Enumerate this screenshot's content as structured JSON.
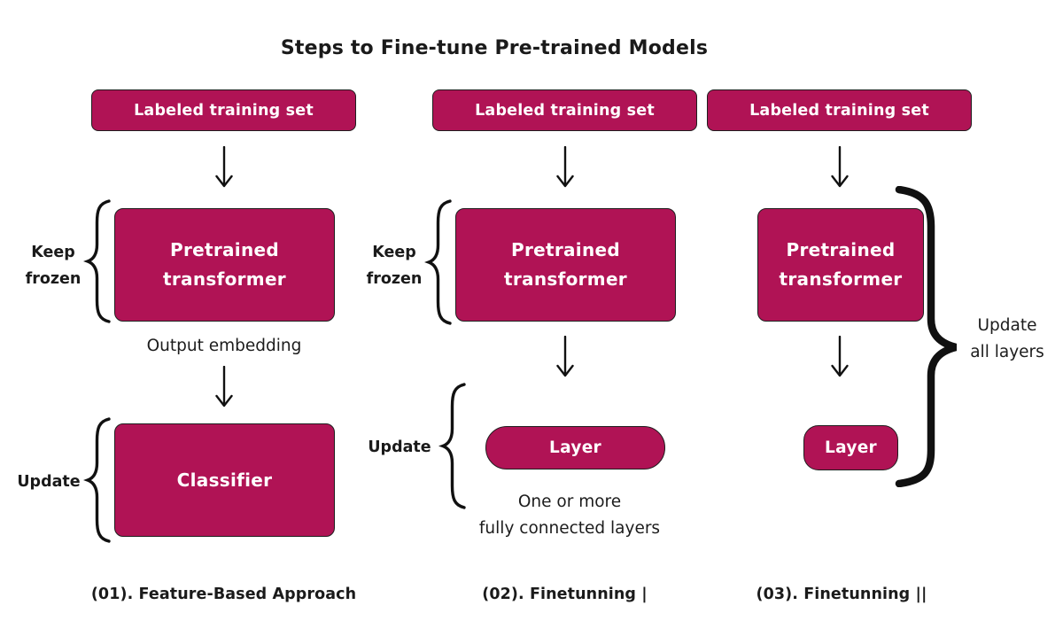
{
  "title": "Steps to Fine-tune Pre-trained Models",
  "colors": {
    "box_fill": "#B01355",
    "box_border": "#1E1E1E",
    "box_text": "#FFFFFF",
    "text_color": "#1A1A1A",
    "line_color": "#111111"
  },
  "columns": [
    {
      "caption": "(01). Feature-Based Approach",
      "top_box_label": "Labeled training set",
      "frozen_label": "Keep\nfrozen",
      "main_box_label": "Pretrained\ntransformer",
      "output_label": "Output embedding",
      "update_label": "Update",
      "bottom_box_label": "Classifier"
    },
    {
      "caption": "(02). Finetunning |",
      "top_box_label": "Labeled training set",
      "frozen_label": "Keep\nfrozen",
      "main_box_label": "Pretrained\ntransformer",
      "update_label": "Update",
      "bottom_box_label": "Layer",
      "note_label": "One or more\nfully connected layers"
    },
    {
      "caption": "(03). Finetunning ||",
      "top_box_label": "Labeled training set",
      "main_box_label": "Pretrained\ntransformer",
      "bottom_box_label": "Layer",
      "update_all_label": "Update\nall layers"
    }
  ]
}
